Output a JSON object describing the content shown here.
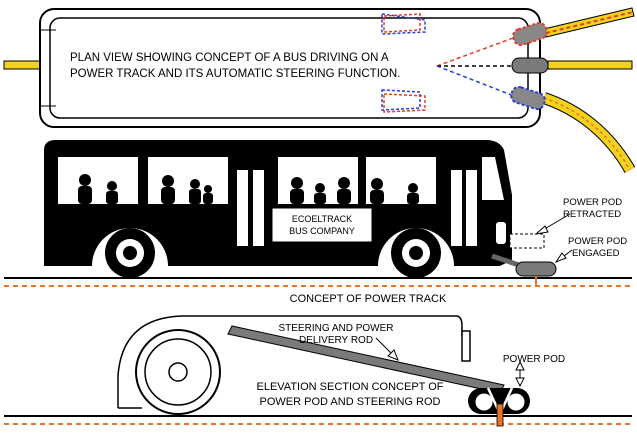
{
  "plan_view": {
    "caption_line1": "PLAN VIEW SHOWING CONCEPT OF A BUS DRIVING ON A",
    "caption_line2": "POWER TRACK AND ITS AUTOMATIC STEERING FUNCTION."
  },
  "bus": {
    "sign_line1": "ECOELTRACK",
    "sign_line2": "BUS COMPANY"
  },
  "labels": {
    "pod_retracted_line1": "POWER POD",
    "pod_retracted_line2": "RETRACTED",
    "pod_engaged_line1": "POWER POD",
    "pod_engaged_line2": "ENGAGED",
    "track_caption": "CONCEPT OF POWER TRACK",
    "rod_line1": "STEERING AND POWER",
    "rod_line2": "DELIVERY ROD",
    "power_pod": "POWER POD",
    "section_line1": "ELEVATION SECTION CONCEPT OF",
    "section_line2": "POWER POD AND STEERING ROD"
  },
  "colors": {
    "track_yellow": "#f2d21c",
    "track_red_dash": "#e23b2b",
    "blue_dash": "#2b3fd6",
    "track_orange": "#e8742a",
    "pod_gray": "#808080",
    "bus_black": "#000000"
  }
}
